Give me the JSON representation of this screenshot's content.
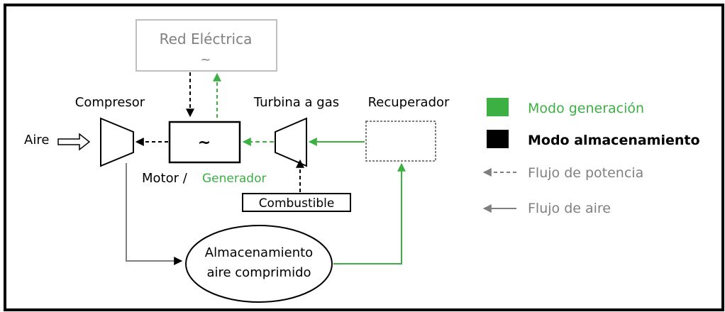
{
  "labels": {
    "grid": "Red Eléctrica",
    "grid_symbol": "~",
    "compressor": "Compresor",
    "turbine": "Turbina a gas",
    "recuperator": "Recuperador",
    "air_in": "Aire",
    "motor": "Motor /",
    "generator": "Generador",
    "motor_symbol": "~",
    "fuel": "Combustible",
    "storage_line1": "Almacenamiento",
    "storage_line2": "aire comprimido"
  },
  "legend": {
    "generation_mode": "Modo generación",
    "storage_mode": "Modo almacenamiento",
    "power_flow": "Flujo de potencia",
    "air_flow": "Flujo de aire"
  },
  "colors": {
    "generation": "#3cb043",
    "storage": "#000000",
    "neutral": "#7f7f7f",
    "grid_box": "#bfbfbf"
  }
}
